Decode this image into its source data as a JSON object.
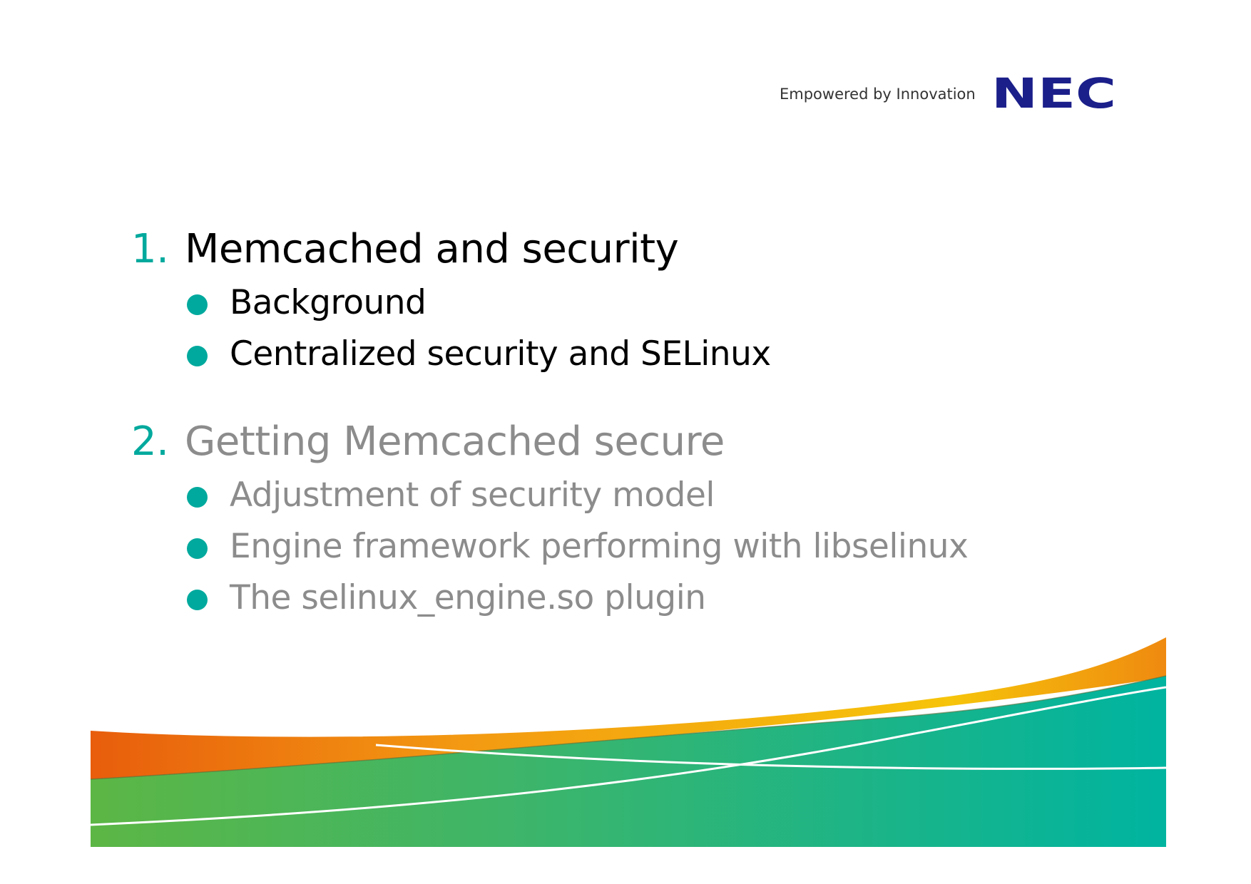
{
  "header": {
    "tagline": "Empowered by Innovation",
    "logo_text": "NEC"
  },
  "agenda": [
    {
      "number": "1.",
      "title": "Memcached and security",
      "active": true,
      "items": [
        "Background",
        "Centralized security and SELinux"
      ]
    },
    {
      "number": "2.",
      "title": "Getting Memcached secure",
      "active": false,
      "items": [
        "Adjustment of security model",
        "Engine framework performing with libselinux",
        "The selinux_engine.so plugin"
      ]
    }
  ],
  "colors": {
    "accent": "#00a99d",
    "active_text": "#000000",
    "inactive_text": "#8c8c8c",
    "logo_blue": "#1b1f8a",
    "wave_orange": "#e85d0c",
    "wave_yellow": "#f6c40a",
    "wave_green": "#5cb645",
    "wave_teal": "#00b4a0"
  }
}
